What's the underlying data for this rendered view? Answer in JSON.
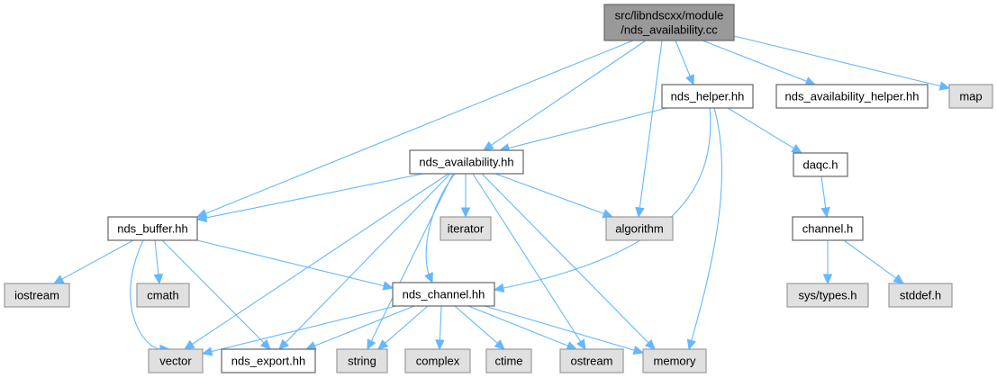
{
  "diagram": {
    "title": "Include dependency graph for nds_availability.cc",
    "colors": {
      "edge": "#63b8ff",
      "root_fill": "#999999",
      "local_fill": "#ffffff",
      "system_fill": "#e0e0e0",
      "border": "#666666"
    },
    "nodes": [
      {
        "id": "root",
        "label_lines": [
          "src/libndscxx/module",
          "/nds_availability.cc"
        ],
        "kind": "root"
      },
      {
        "id": "nds_helper",
        "label_lines": [
          "nds_helper.hh"
        ],
        "kind": "local"
      },
      {
        "id": "nds_availability_helper",
        "label_lines": [
          "nds_availability_helper.hh"
        ],
        "kind": "local"
      },
      {
        "id": "map",
        "label_lines": [
          "map"
        ],
        "kind": "sys"
      },
      {
        "id": "nds_availability",
        "label_lines": [
          "nds_availability.hh"
        ],
        "kind": "local"
      },
      {
        "id": "daqc",
        "label_lines": [
          "daqc.h"
        ],
        "kind": "local"
      },
      {
        "id": "nds_buffer",
        "label_lines": [
          "nds_buffer.hh"
        ],
        "kind": "local"
      },
      {
        "id": "iterator",
        "label_lines": [
          "iterator"
        ],
        "kind": "sys"
      },
      {
        "id": "algorithm",
        "label_lines": [
          "algorithm"
        ],
        "kind": "sys"
      },
      {
        "id": "channel_h",
        "label_lines": [
          "channel.h"
        ],
        "kind": "local"
      },
      {
        "id": "iostream",
        "label_lines": [
          "iostream"
        ],
        "kind": "sys"
      },
      {
        "id": "cmath",
        "label_lines": [
          "cmath"
        ],
        "kind": "sys"
      },
      {
        "id": "nds_channel",
        "label_lines": [
          "nds_channel.hh"
        ],
        "kind": "local"
      },
      {
        "id": "sys_types",
        "label_lines": [
          "sys/types.h"
        ],
        "kind": "sys"
      },
      {
        "id": "stddef",
        "label_lines": [
          "stddef.h"
        ],
        "kind": "sys"
      },
      {
        "id": "vector",
        "label_lines": [
          "vector"
        ],
        "kind": "sys"
      },
      {
        "id": "nds_export",
        "label_lines": [
          "nds_export.hh"
        ],
        "kind": "local"
      },
      {
        "id": "string",
        "label_lines": [
          "string"
        ],
        "kind": "sys"
      },
      {
        "id": "complex",
        "label_lines": [
          "complex"
        ],
        "kind": "sys"
      },
      {
        "id": "ctime",
        "label_lines": [
          "ctime"
        ],
        "kind": "sys"
      },
      {
        "id": "ostream",
        "label_lines": [
          "ostream"
        ],
        "kind": "sys"
      },
      {
        "id": "memory",
        "label_lines": [
          "memory"
        ],
        "kind": "sys"
      }
    ],
    "edges": [
      [
        "root",
        "nds_helper"
      ],
      [
        "root",
        "nds_availability_helper"
      ],
      [
        "root",
        "map"
      ],
      [
        "root",
        "nds_availability"
      ],
      [
        "root",
        "nds_buffer"
      ],
      [
        "root",
        "algorithm"
      ],
      [
        "nds_helper",
        "nds_availability"
      ],
      [
        "nds_helper",
        "daqc"
      ],
      [
        "nds_helper",
        "nds_channel"
      ],
      [
        "nds_helper",
        "memory"
      ],
      [
        "nds_availability",
        "nds_buffer"
      ],
      [
        "nds_availability",
        "iterator"
      ],
      [
        "nds_availability",
        "algorithm"
      ],
      [
        "nds_availability",
        "nds_channel"
      ],
      [
        "nds_availability",
        "vector"
      ],
      [
        "nds_availability",
        "nds_export"
      ],
      [
        "nds_availability",
        "string"
      ],
      [
        "nds_availability",
        "ostream"
      ],
      [
        "nds_availability",
        "memory"
      ],
      [
        "daqc",
        "channel_h"
      ],
      [
        "channel_h",
        "sys_types"
      ],
      [
        "channel_h",
        "stddef"
      ],
      [
        "nds_buffer",
        "iostream"
      ],
      [
        "nds_buffer",
        "cmath"
      ],
      [
        "nds_buffer",
        "vector"
      ],
      [
        "nds_buffer",
        "nds_export"
      ],
      [
        "nds_buffer",
        "nds_channel"
      ],
      [
        "nds_channel",
        "vector"
      ],
      [
        "nds_channel",
        "nds_export"
      ],
      [
        "nds_channel",
        "string"
      ],
      [
        "nds_channel",
        "complex"
      ],
      [
        "nds_channel",
        "ctime"
      ],
      [
        "nds_channel",
        "ostream"
      ],
      [
        "nds_channel",
        "memory"
      ]
    ]
  }
}
